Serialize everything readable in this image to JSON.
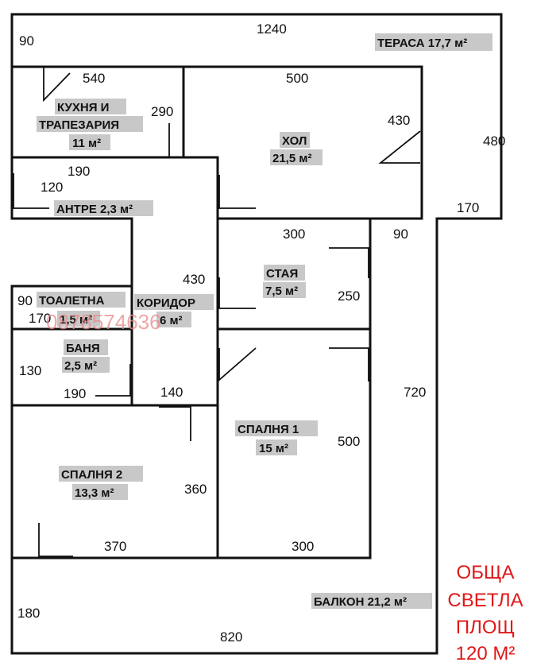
{
  "dimensions": {
    "d1240": "1240",
    "d90_top": "90",
    "d540": "540",
    "d500_top": "500",
    "d290": "290",
    "d430_hol": "430",
    "d480": "480",
    "d190_top": "190",
    "d120": "120",
    "d170_right": "170",
    "d300_top": "300",
    "d90_right": "90",
    "d430_kor": "430",
    "d250": "250",
    "d90_left": "90",
    "d170_left": "170",
    "d130": "130",
    "d190_bot": "190",
    "d140": "140",
    "d720": "720",
    "d500_sp1": "500",
    "d360": "360",
    "d370": "370",
    "d300_bot": "300",
    "d180": "180",
    "d820": "820"
  },
  "rooms": {
    "terasa": "ТЕРАСА 17,7 м²",
    "kuhnya_1": "КУХНЯ И",
    "kuhnya_2": "ТРАПЕЗАРИЯ",
    "kuhnya_area": "11 м²",
    "hol": "ХОЛ",
    "hol_area": "21,5 м²",
    "antre": "АНТРЕ 2,3 м²",
    "staya": "СТАЯ",
    "staya_area": "7,5 м²",
    "toaletna": "ТОАЛЕТНА",
    "toaletna_area": "1,5 м²",
    "koridor": "КОРИДОР",
    "koridor_area": "6 м²",
    "banya": "БАНЯ",
    "banya_area": "2,5 м²",
    "spalnya1": "СПАЛНЯ 1",
    "spalnya1_area": "15 м²",
    "spalnya2": "СПАЛНЯ 2",
    "spalnya2_area": "13,3 м²",
    "balkon": "БАЛКОН 21,2 м²"
  },
  "total": {
    "line1": "ОБЩА",
    "line2": "СВЕТЛА",
    "line3": "ПЛОЩ",
    "line4": "120 М²"
  },
  "watermark": "0878574636",
  "colors": {
    "label_bg": "#c8c8c8",
    "total_text": "#e01818"
  }
}
